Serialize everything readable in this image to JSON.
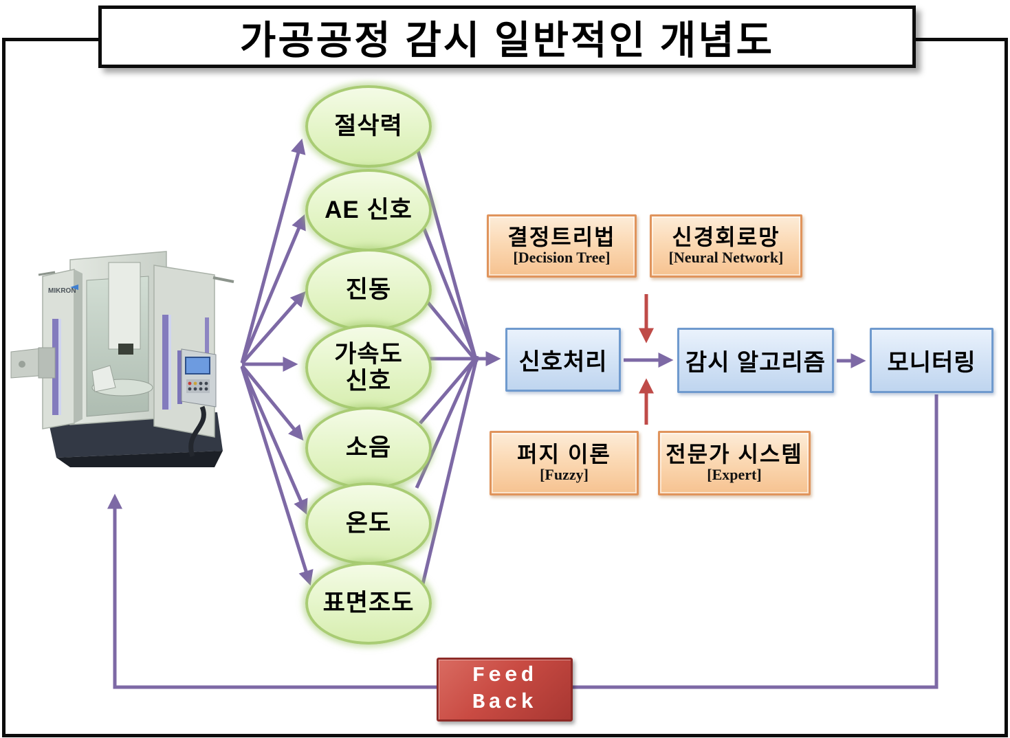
{
  "title": "가공공정 감시 일반적인 개념도",
  "machine": {
    "brand": "MIKRON"
  },
  "sensors": [
    {
      "label": "절삭력"
    },
    {
      "label": "AE 신호"
    },
    {
      "label": "진동"
    },
    {
      "label": "가속도 신호"
    },
    {
      "label": "소음"
    },
    {
      "label": "온도"
    },
    {
      "label": "표면조도"
    }
  ],
  "process": [
    {
      "label": "신호처리"
    },
    {
      "label": "감시 알고리즘"
    },
    {
      "label": "모니터링"
    }
  ],
  "methods": [
    {
      "korean": "결정트리법",
      "english": "[Decision Tree]"
    },
    {
      "korean": "신경회로망",
      "english": "[Neural Network]"
    },
    {
      "korean": "퍼지 이론",
      "english": "[Fuzzy]"
    },
    {
      "korean": "전문가 시스템",
      "english": "[Expert]"
    }
  ],
  "feedback": {
    "line1": "Feed",
    "line2": "Back"
  },
  "colors": {
    "arrow_purple": "#7d69a5",
    "arrow_red": "#bf4b48",
    "ellipse_green": "#dff2bd",
    "ellipse_border": "#a9cc74",
    "process_blue": "#cfe0f4",
    "process_border": "#6f9ace",
    "method_orange": "#fbd9b4",
    "method_border": "#e0945c",
    "feedback_red": "#c94b43"
  }
}
